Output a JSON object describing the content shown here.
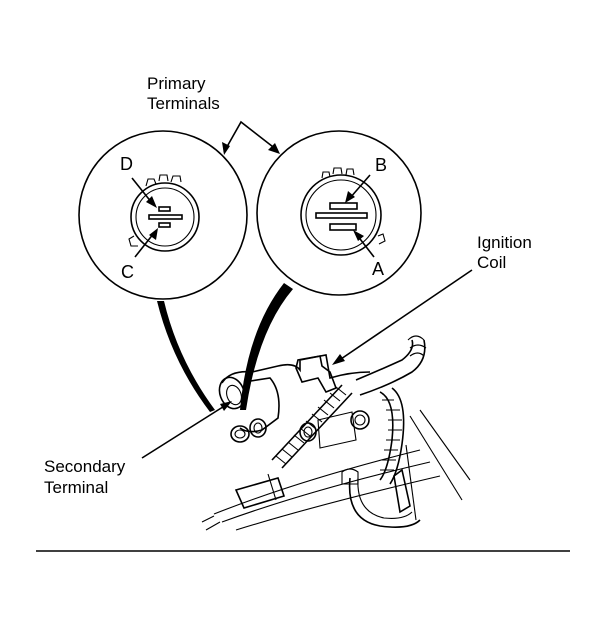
{
  "diagram": {
    "labels": {
      "primary_terminals_line1": "Primary",
      "primary_terminals_line2": "Terminals",
      "ignition_coil_line1": "Ignition",
      "ignition_coil_line2": "Coil",
      "secondary_terminal_line1": "Secondary",
      "secondary_terminal_line2": "Terminal"
    },
    "left_detail": {
      "terminal_top": "D",
      "terminal_bottom": "C"
    },
    "right_detail": {
      "terminal_top": "B",
      "terminal_bottom": "A"
    },
    "colors": {
      "ink": "#000000",
      "background": "#ffffff"
    }
  }
}
